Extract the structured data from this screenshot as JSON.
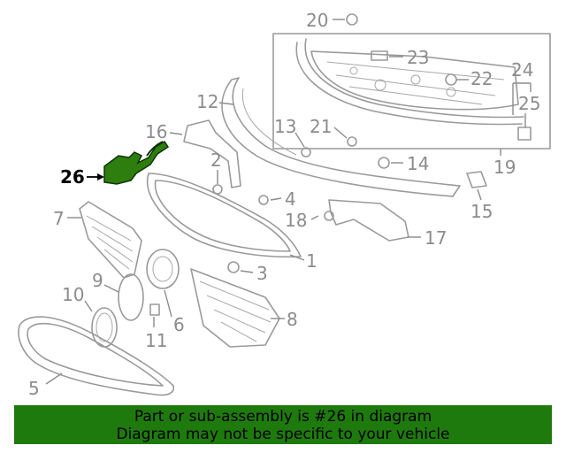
{
  "diagram": {
    "highlight_color": "#2e7d0f",
    "callouts": [
      {
        "id": "1",
        "label": "1"
      },
      {
        "id": "2",
        "label": "2"
      },
      {
        "id": "3",
        "label": "3"
      },
      {
        "id": "4",
        "label": "4"
      },
      {
        "id": "5",
        "label": "5"
      },
      {
        "id": "6",
        "label": "6"
      },
      {
        "id": "7",
        "label": "7"
      },
      {
        "id": "8",
        "label": "8"
      },
      {
        "id": "9",
        "label": "9"
      },
      {
        "id": "10",
        "label": "10"
      },
      {
        "id": "11",
        "label": "11"
      },
      {
        "id": "12",
        "label": "12"
      },
      {
        "id": "13",
        "label": "13"
      },
      {
        "id": "14",
        "label": "14"
      },
      {
        "id": "15",
        "label": "15"
      },
      {
        "id": "16",
        "label": "16"
      },
      {
        "id": "17",
        "label": "17"
      },
      {
        "id": "18",
        "label": "18"
      },
      {
        "id": "19",
        "label": "19"
      },
      {
        "id": "20",
        "label": "20"
      },
      {
        "id": "21",
        "label": "21"
      },
      {
        "id": "22",
        "label": "22"
      },
      {
        "id": "23",
        "label": "23"
      },
      {
        "id": "24",
        "label": "24"
      },
      {
        "id": "25",
        "label": "25"
      },
      {
        "id": "26",
        "label": "26"
      }
    ],
    "highlighted_part": "26"
  },
  "banner": {
    "line1": "Part or sub-assembly is #26 in diagram",
    "line2": "Diagram may not be specific to your vehicle",
    "background": "#1f7a0e"
  }
}
